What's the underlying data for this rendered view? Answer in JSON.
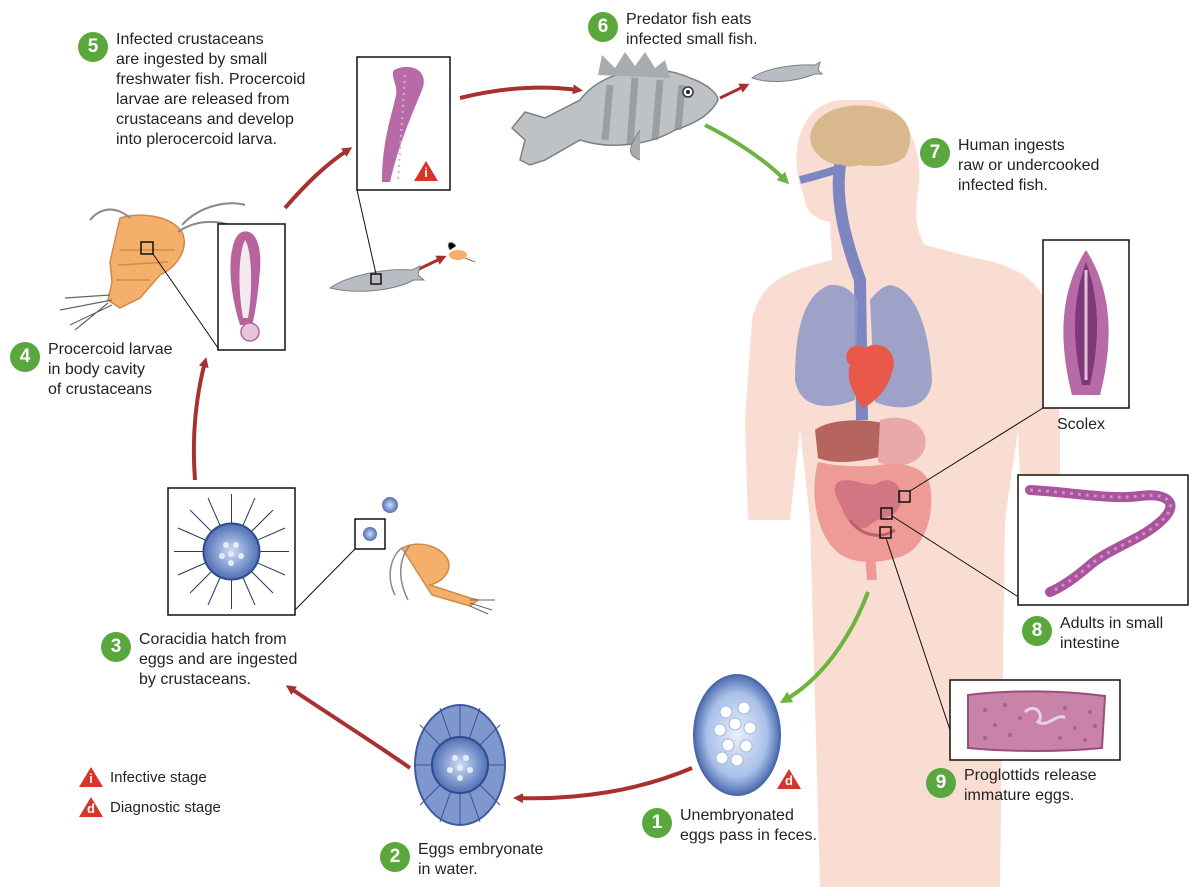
{
  "steps": [
    {
      "number": "1",
      "text": "Unembryonated\neggs pass in feces."
    },
    {
      "number": "2",
      "text": "Eggs embryonate\nin water."
    },
    {
      "number": "3",
      "text": "Coracidia hatch from\neggs and are ingested\nby crustaceans."
    },
    {
      "number": "4",
      "text": "Procercoid larvae\nin body cavity\nof crustaceans"
    },
    {
      "number": "5",
      "text": "Infected crustaceans\nare ingested by small\nfreshwater fish. Procercoid\nlarvae are released from\ncrustaceans and develop\ninto plerocercoid larva."
    },
    {
      "number": "6",
      "text": "Predator fish eats\ninfected small fish."
    },
    {
      "number": "7",
      "text": "Human ingests\nraw or undercooked\ninfected fish."
    },
    {
      "number": "8",
      "text": "Adults in small\nintestine"
    },
    {
      "number": "9",
      "text": "Proglottids release\nimmature eggs."
    }
  ],
  "labels": {
    "scolex": "Scolex"
  },
  "markers": {
    "infective": "i",
    "diagnostic": "d"
  },
  "legend": {
    "infective": "Infective stage",
    "diagnostic": "Diagnostic stage"
  },
  "colors": {
    "badge": "#5aa73d",
    "human_arrow": "#6cb33f",
    "cycle_arrow": "#a8302e",
    "stage_marker": "#d9332b"
  }
}
